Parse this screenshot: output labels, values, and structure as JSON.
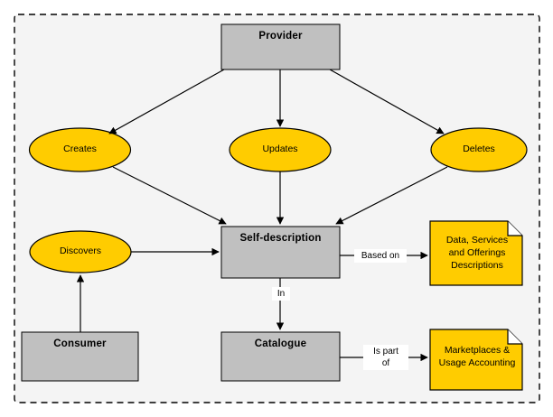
{
  "diagram": {
    "title": "Provider / Consumer Self-description Catalogue Diagram",
    "frame": {
      "style": "dashed",
      "fill": "#f4f4f4",
      "stroke": "#000000"
    },
    "colors": {
      "box_fill": "#c0c0c0",
      "ellipse_fill": "#ffcc00",
      "note_fill": "#ffcc00",
      "stroke": "#000000",
      "canvas": "#ffffff",
      "frame_fill": "#f4f4f4",
      "label_bg": "#ffffff"
    },
    "nodes": {
      "provider": {
        "label": "Provider",
        "shape": "rectangle"
      },
      "creates": {
        "label": "Creates",
        "shape": "ellipse"
      },
      "updates": {
        "label": "Updates",
        "shape": "ellipse"
      },
      "deletes": {
        "label": "Deletes",
        "shape": "ellipse"
      },
      "discovers": {
        "label": "Discovers",
        "shape": "ellipse"
      },
      "self_description": {
        "label": "Self-description",
        "shape": "rectangle"
      },
      "consumer": {
        "label": "Consumer",
        "shape": "rectangle"
      },
      "catalogue": {
        "label": "Catalogue",
        "shape": "rectangle"
      },
      "descriptions_note": {
        "label": "Data, Services\nand Offerings\nDescriptions",
        "shape": "note"
      },
      "marketplaces_note": {
        "label": "Marketplaces &\nUsage Accounting",
        "shape": "note"
      }
    },
    "edges": [
      {
        "from": "provider",
        "to": "creates",
        "label": ""
      },
      {
        "from": "provider",
        "to": "updates",
        "label": ""
      },
      {
        "from": "provider",
        "to": "deletes",
        "label": ""
      },
      {
        "from": "creates",
        "to": "self_description",
        "label": ""
      },
      {
        "from": "updates",
        "to": "self_description",
        "label": ""
      },
      {
        "from": "deletes",
        "to": "self_description",
        "label": ""
      },
      {
        "from": "discovers",
        "to": "self_description",
        "label": ""
      },
      {
        "from": "consumer",
        "to": "discovers",
        "label": ""
      },
      {
        "from": "self_description",
        "to": "descriptions_note",
        "label": "Based on"
      },
      {
        "from": "self_description",
        "to": "catalogue",
        "label": "In"
      },
      {
        "from": "catalogue",
        "to": "marketplaces_note",
        "label": "Is part\nof"
      }
    ],
    "edge_labels": {
      "based_on": "Based on",
      "in": "In",
      "is_part_of": "Is part\nof"
    }
  }
}
